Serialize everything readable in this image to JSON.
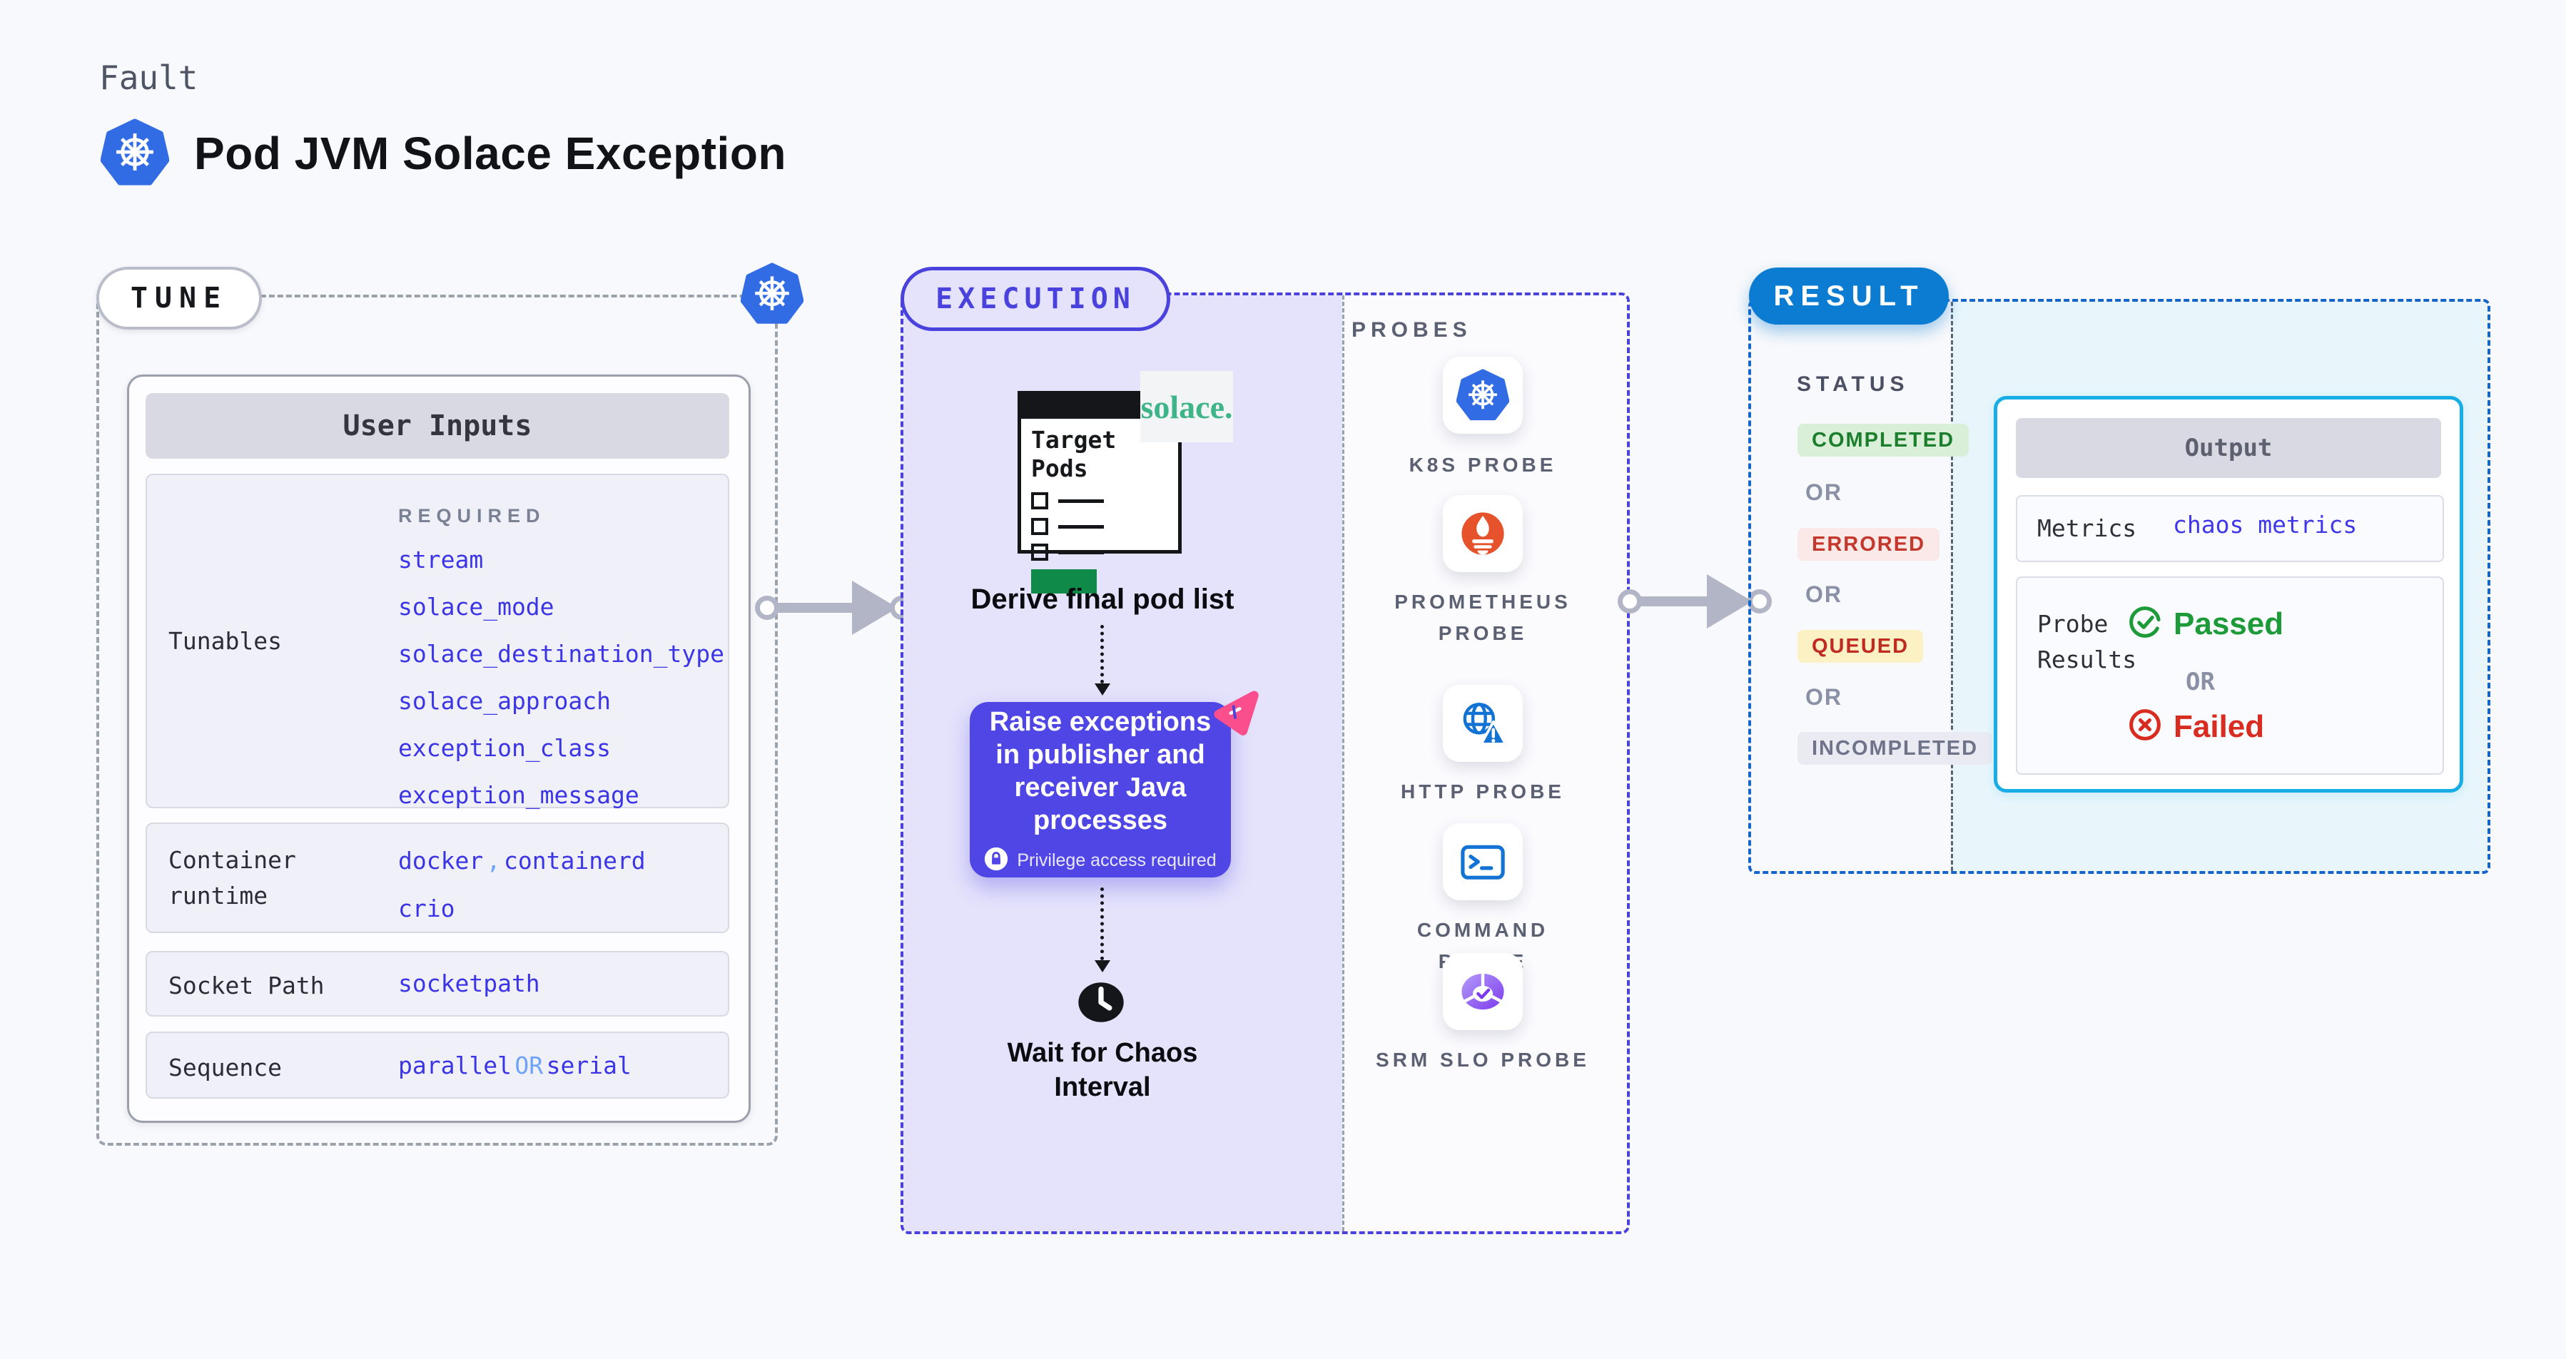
{
  "page": {
    "kicker": "Fault",
    "title": "Pod JVM Solace Exception"
  },
  "tune": {
    "label": "TUNE",
    "card_title": "User Inputs",
    "required_label": "REQUIRED",
    "tunables_label": "Tunables",
    "tunable_values": [
      "stream",
      "solace_mode",
      "solace_destination_type",
      "solace_approach",
      "exception_class",
      "exception_message"
    ],
    "runtime_label": "Container runtime",
    "runtime_v1": "docker",
    "runtime_comma": ",",
    "runtime_v2": "containerd",
    "runtime_v3": "crio",
    "socket_label": "Socket Path",
    "socket_value": "socketpath",
    "sequence_label": "Sequence",
    "sequence_v1": "parallel",
    "sequence_or": "OR",
    "sequence_v2": "serial"
  },
  "execution": {
    "label": "EXECUTION",
    "target_pods_title": "Target Pods",
    "solace_logo": "solace.",
    "step1": "Derive final pod list",
    "step2": "Raise exceptions in publisher and receiver Java processes",
    "privilege": "Privilege access required",
    "step3": "Wait for Chaos Interval"
  },
  "probes": {
    "label": "PROBES",
    "items": [
      {
        "id": "k8s",
        "label": "K8S PROBE"
      },
      {
        "id": "prometheus",
        "label": "PROMETHEUS PROBE"
      },
      {
        "id": "http",
        "label": "HTTP PROBE"
      },
      {
        "id": "command",
        "label": "COMMAND PROBE"
      },
      {
        "id": "srm-slo",
        "label": "SRM SLO PROBE"
      }
    ]
  },
  "result": {
    "label": "RESULT",
    "status_label": "STATUS",
    "or": "OR",
    "statuses": [
      {
        "label": "COMPLETED"
      },
      {
        "label": "ERRORED"
      },
      {
        "label": "QUEUED"
      },
      {
        "label": "INCOMPLETED"
      }
    ],
    "output": {
      "title": "Output",
      "metrics_label": "Metrics",
      "metrics_value": "chaos metrics",
      "probe_results_label": "Probe Results",
      "passed": "Passed",
      "or": "OR",
      "failed": "Failed"
    }
  },
  "colors": {
    "bg": "#f8f9fc",
    "kicker": "#4f5565",
    "dash_gray": "#9aa2ac",
    "pill_border": "#b9bdc9",
    "card_bg": "#fdfdff",
    "card_border": "#9aa0ab",
    "head_bg": "#d9d9e3",
    "head_ink": "#33353f",
    "row_bg": "#f0f1f8",
    "row_border": "#d7d9e5",
    "label_ink": "#2b2d36",
    "required": "#7b8195",
    "blue_value": "#3c35e6",
    "soft_blue": "#6ea3f7",
    "arrow_gray": "#b2b5c5",
    "indigo": "#4a42dd",
    "lavender": "#e4e3fb",
    "probes_bg": "#fbfbfe",
    "purple_box": "#4f46e5",
    "pink": "#fb4e8c",
    "black": "#15161a",
    "green_bar": "#0f8a49",
    "solace_green": "#3eb489",
    "solace_bg": "#f3f4f6",
    "probe_label": "#5b6172",
    "k8s_blue": "#326ce5",
    "prom_orange": "#e6522c",
    "probe_blue": "#1273d4",
    "srm_purple": "#7c3aed",
    "srm_purple_light": "#b49cfa",
    "result_blue": "#0b7cd1",
    "result_dash": "#1565c9",
    "divider": "#5a6477",
    "cyan_border": "#18aee5",
    "cyan_bg": "#e8f6fc",
    "status_ink": "#4a4f63",
    "or_gray": "#8a90a6",
    "green_bg": "#d9efd7",
    "green_ink": "#1b7e2c",
    "red_bg": "#fbe9e7",
    "red_ink": "#c3372c",
    "yellow_bg": "#fcf0c5",
    "queued_ink": "#bf2b20",
    "neutral_bg": "#eaebf2",
    "neutral_ink": "#6e7389",
    "out_head_bg": "#d8d9e2",
    "out_head_ink": "#5c606f",
    "out_row_bg": "#fafbfe",
    "out_row_border": "#dadce8",
    "metrics_blue": "#4038e8",
    "passed_green": "#1d9b38",
    "failed_red": "#d92c20"
  }
}
